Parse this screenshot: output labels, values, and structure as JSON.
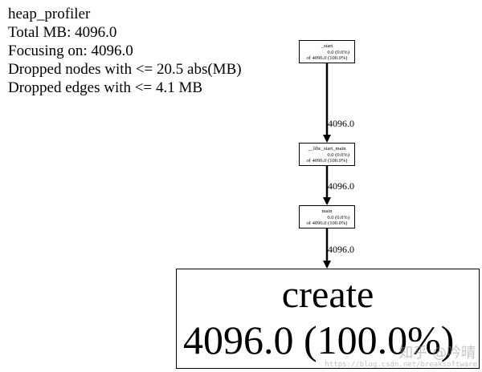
{
  "header": {
    "profiler": "heap_profiler",
    "total": "Total MB: 4096.0",
    "focusing": "Focusing on: 4096.0",
    "dropped_nodes": "Dropped nodes with <= 20.5 abs(MB)",
    "dropped_edges": "Dropped edges with <= 4.1 MB"
  },
  "nodes": [
    {
      "name": "_start",
      "self": "0.0 (0.0%)",
      "cum": "of 4096.0 (100.0%)"
    },
    {
      "name": "__libc_start_main",
      "self": "0.0 (0.0%)",
      "cum": "of 4096.0 (100.0%)"
    },
    {
      "name": "main",
      "self": "0.0 (0.0%)",
      "cum": "of 4096.0 (100.0%)"
    }
  ],
  "big_node": {
    "name": "create",
    "value": "4096.0 (100.0%)"
  },
  "edges": [
    {
      "label": "4096.0"
    },
    {
      "label": "4096.0"
    },
    {
      "label": "4096.0"
    }
  ],
  "watermark": {
    "text": "知乎 @吟晴",
    "url": "https://blog.csdn.net/breaksoftware"
  }
}
